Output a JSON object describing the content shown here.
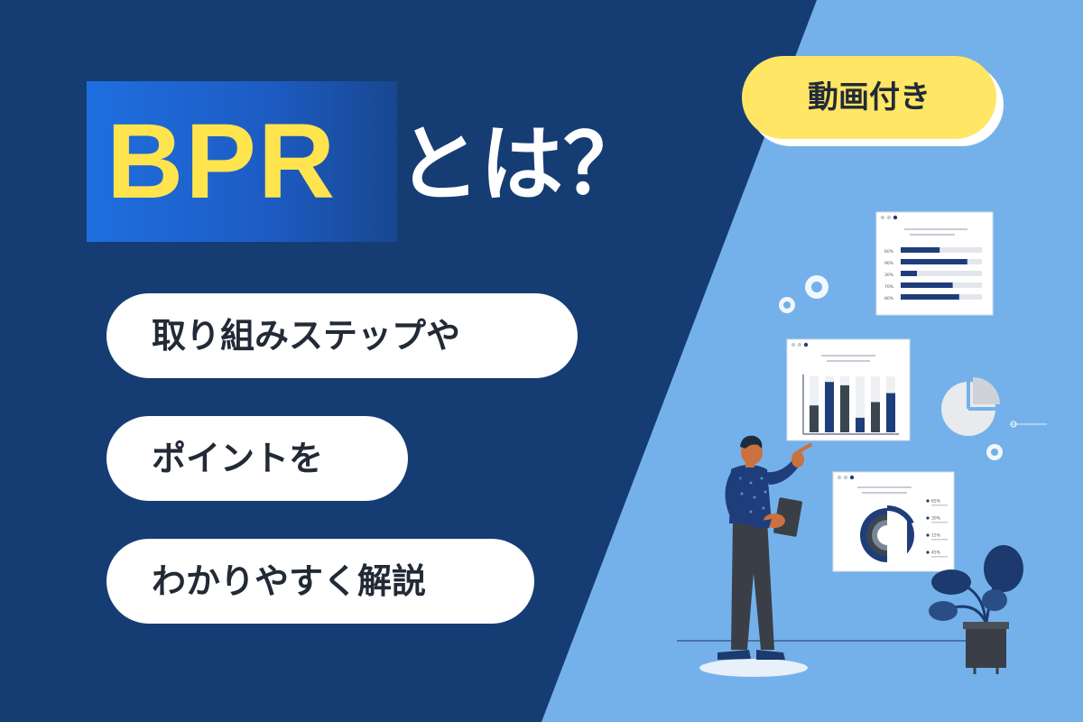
{
  "title": {
    "highlight": "BPR",
    "rest": "とは？"
  },
  "badge": {
    "label": "動画付き"
  },
  "pills": [
    {
      "text": "取り組みステップや"
    },
    {
      "text": "ポイントを"
    },
    {
      "text": "わかりやすく解説"
    }
  ],
  "illustration": {
    "progress_card": {
      "rows": [
        {
          "label": "60%",
          "value": 0.48
        },
        {
          "label": "90%",
          "value": 0.82
        },
        {
          "label": "30%",
          "value": 0.2
        },
        {
          "label": "70%",
          "value": 0.64
        },
        {
          "label": "80%",
          "value": 0.72
        }
      ]
    },
    "bar_card": {
      "values": [
        0.48,
        0.9,
        0.84,
        0.26,
        0.54,
        0.7
      ]
    },
    "donut_card": {
      "legend": [
        "65%",
        "30%",
        "15%",
        "45%"
      ]
    }
  },
  "colors": {
    "dark_navy": "#153d73",
    "light_blue": "#74b1ea",
    "title_blue": "#1f6fe0",
    "accent_yellow": "#ffe44d",
    "badge_yellow": "#ffe664",
    "white": "#ffffff"
  }
}
